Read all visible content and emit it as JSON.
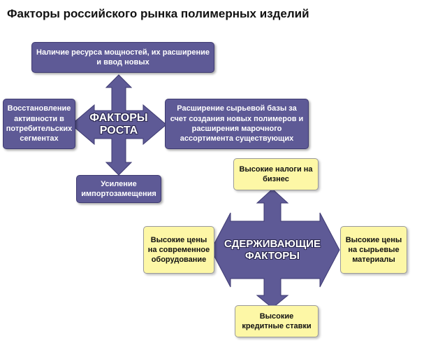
{
  "title": "Факторы российского рынка полимерных изделий",
  "growth": {
    "center_line1": "ФАКТОРЫ",
    "center_line2": "РОСТА",
    "top": "Наличие ресурса мощностей, их расширение и ввод новых",
    "left": "Восстановление активности в потребительских сегментах",
    "right": "Расширение сырьевой базы за счет создания новых полимеров и расширения марочного ассортимента существующих",
    "bottom": "Усиление импортозамещения"
  },
  "restraining": {
    "center_line1": "СДЕРЖИВАЮЩИЕ",
    "center_line2": "ФАКТОРЫ",
    "top": "Высокие налоги на бизнес",
    "left": "Высокие цены на современное оборудование",
    "right": "Высокие цены на сырьевые материалы",
    "bottom": "Высокие кредитные ставки"
  },
  "colors": {
    "purple_fill": "#5e5a96",
    "yellow_fill": "#fdf7a6",
    "arrow_fill": "#5e5a96"
  }
}
